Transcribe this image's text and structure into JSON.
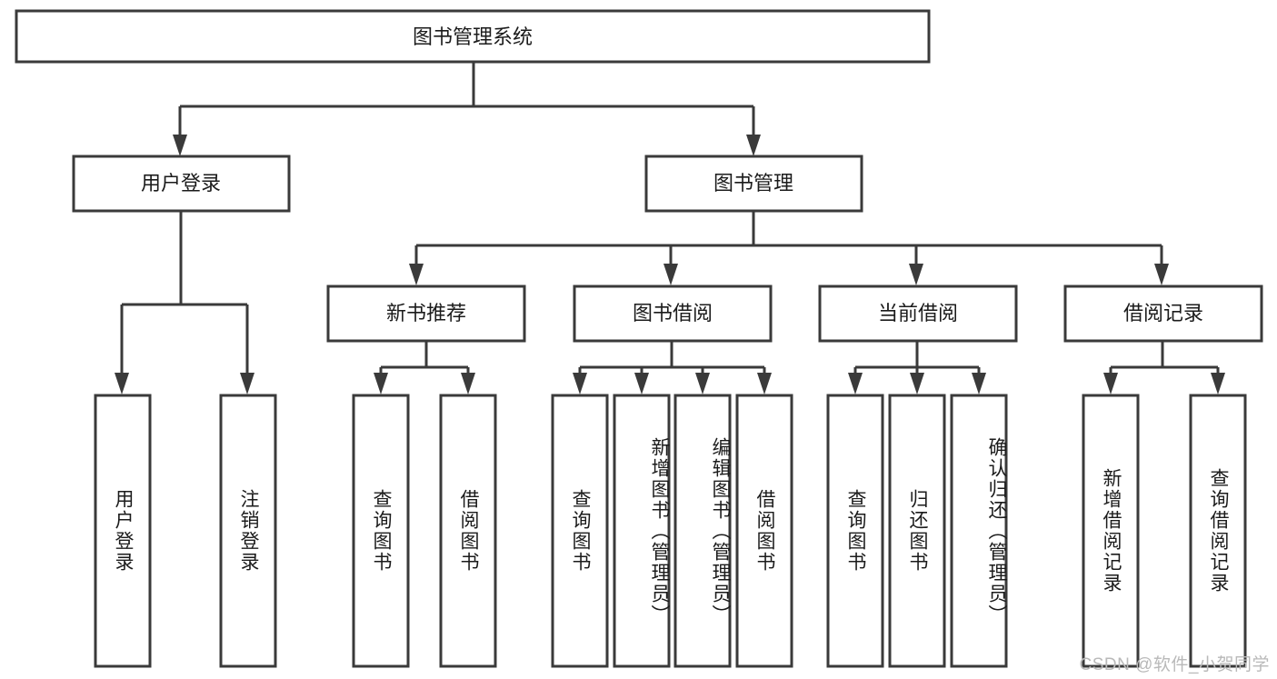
{
  "diagram": {
    "type": "tree-hierarchy",
    "title": "图书管理系统",
    "watermark": "CSDN @软件_小贺同学",
    "colors": {
      "box_stroke": "#3a3a3a",
      "box_fill": "#ffffff",
      "text": "#1b1b1b",
      "background": "#ffffff",
      "watermark": "#b9b9b9"
    },
    "levels": {
      "root": {
        "label": "图书管理系统"
      },
      "level2": [
        {
          "label": "用户登录"
        },
        {
          "label": "图书管理"
        }
      ],
      "level3": [
        {
          "label": "新书推荐"
        },
        {
          "label": "图书借阅"
        },
        {
          "label": "当前借阅"
        },
        {
          "label": "借阅记录"
        }
      ],
      "leaves": [
        {
          "label": "用户登录",
          "parent": "用户登录"
        },
        {
          "label": "注销登录",
          "parent": "用户登录"
        },
        {
          "label": "查询图书",
          "parent": "新书推荐"
        },
        {
          "label": "借阅图书",
          "parent": "新书推荐"
        },
        {
          "label": "查询图书",
          "parent": "图书借阅"
        },
        {
          "label": "新增图书（管理员）",
          "parent": "图书借阅"
        },
        {
          "label": "编辑图书（管理员）",
          "parent": "图书借阅"
        },
        {
          "label": "借阅图书",
          "parent": "图书借阅"
        },
        {
          "label": "查询图书",
          "parent": "当前借阅"
        },
        {
          "label": "归还图书",
          "parent": "当前借阅"
        },
        {
          "label": "确认归还（管理员）",
          "parent": "当前借阅"
        },
        {
          "label": "新增借阅记录",
          "parent": "借阅记录"
        },
        {
          "label": "查询借阅记录",
          "parent": "借阅记录"
        }
      ]
    }
  }
}
